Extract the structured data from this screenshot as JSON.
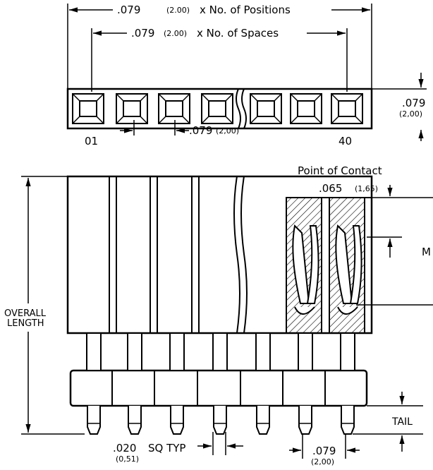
{
  "top_view": {
    "positions_dim": ".079",
    "positions_dim_metric": "(2.00)",
    "positions_text": "x No. of Positions",
    "spaces_dim": ".079",
    "spaces_dim_metric": "(2.00)",
    "spaces_text": "x No. of Spaces",
    "first_pin": "01",
    "last_pin": "40",
    "pitch_dim": ".079",
    "pitch_dim_metric": "(2,00)",
    "height_dim": ".079",
    "height_dim_metric": "(2,00)"
  },
  "side_view": {
    "point_of_contact": "Point of Contact",
    "contact_dim": ".065",
    "contact_dim_metric": "(1,65)",
    "overall_length_line1": "OVERALL",
    "overall_length_line2": "LENGTH",
    "mating_label_partial": "M",
    "tail_label": "TAIL",
    "pin_size_dim": ".020",
    "pin_size_text": "SQ TYP",
    "pin_size_metric": "(0,51)",
    "tail_pitch_dim": ".079",
    "tail_pitch_metric": "(2,00)"
  }
}
